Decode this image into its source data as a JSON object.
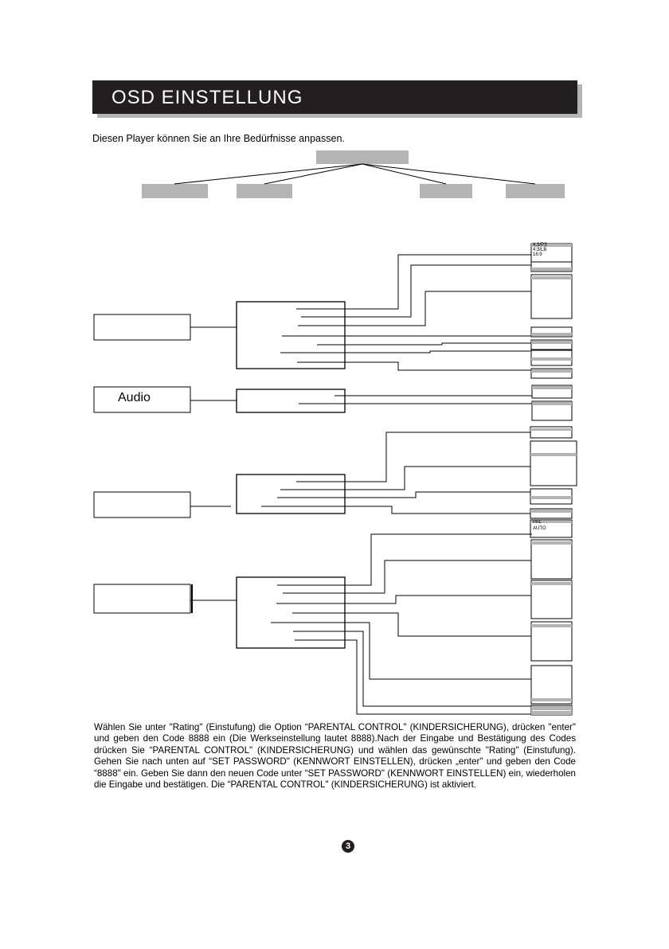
{
  "header": {
    "title": "OSD EINSTELLUNG"
  },
  "intro": "Diesen Player können Sie an Ihre Bedürfnisse anpassen.",
  "audio_menu": {
    "label": "Audio"
  },
  "tv_display_options": [
    "4:3/PS",
    "4:3/LB",
    "16:9"
  ],
  "tv_type_options": [
    "PAL",
    "AUTO"
  ],
  "paragraph": "Wählen Sie unter \"Rating\" (Einstufung) die Option “PARENTAL CONTROL\" (KINDERSICHERUNG), drücken \"enter\" und geben den Code 8888 ein (Die Werkseinstellung lautet 8888).Nach der Eingabe und Bestätigung des Codes drücken Sie “PARENTAL CONTROL\" (KINDERSICHERUNG) und wählen das gewünschte \"Rating\" (Einstufung). Gehen Sie nach unten auf “SET PASSWORD\" (KENNWORT EINSTELLEN), drücken „enter\" und geben den Code “8888\" ein. Geben Sie dann den neuen Code unter “SET PASSWORD\" (KENNWORT EINSTELLEN) ein, wiederholen die Eingabe und bestätigen. Die “PARENTAL CONTROL\" (KINDERSICHERUNG) ist aktiviert.",
  "page": {
    "number": "3"
  }
}
